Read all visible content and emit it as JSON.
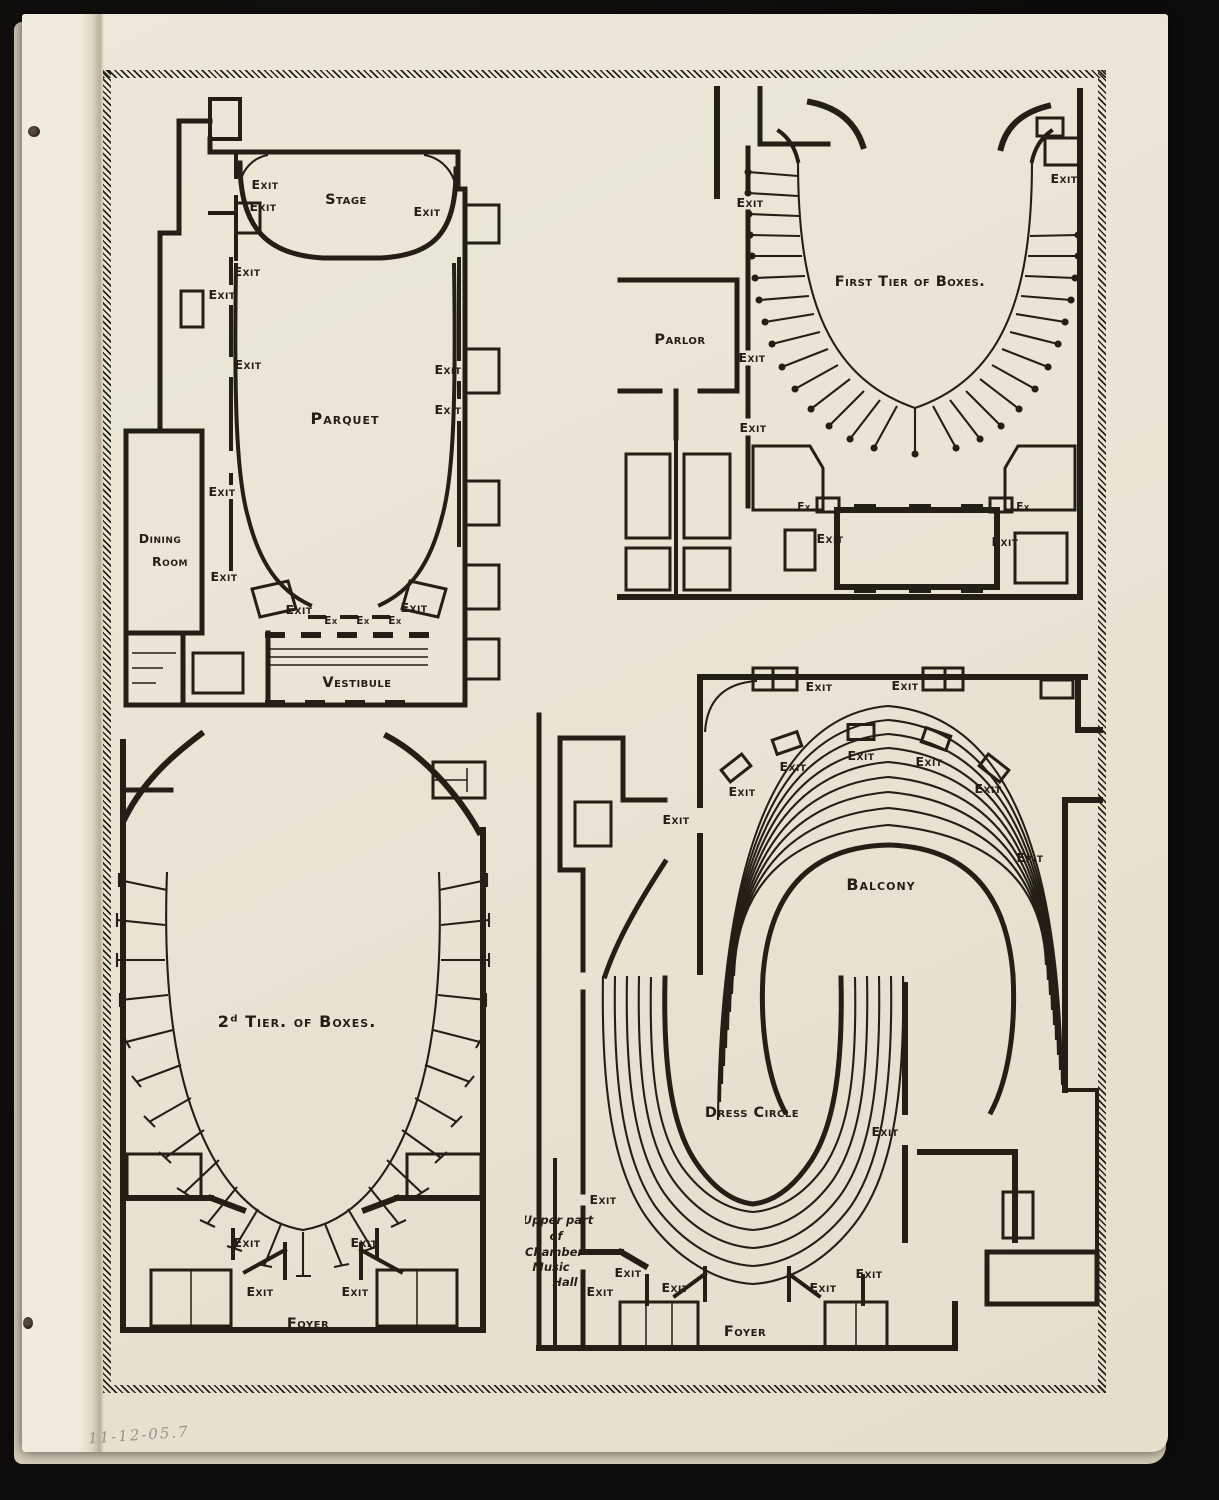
{
  "page": {
    "background_color": "#0c0b09",
    "paper_color": "#e9e4d3",
    "ink_color": "#241f16",
    "pencil_note": "11-12-05.7"
  },
  "strings": {
    "exit": "Exit",
    "ex": "Ex"
  },
  "plans": {
    "parquet": {
      "stage": "Stage",
      "title": "Parquet",
      "vestibule": "Vestibule",
      "dining_line1": "Dining",
      "dining_line2": "Room"
    },
    "first_tier": {
      "title": "First Tier of Boxes.",
      "parlor": "Parlor"
    },
    "second_tier": {
      "title": "2ᵈ Tier. of Boxes.",
      "foyer": "Foyer"
    },
    "balcony_dress": {
      "balcony": "Balcony",
      "dress_circle": "Dress Circle",
      "foyer": "Foyer",
      "chamber_lines": [
        "Upper part",
        "of",
        "Chamber",
        "Music",
        "Hall"
      ]
    }
  }
}
